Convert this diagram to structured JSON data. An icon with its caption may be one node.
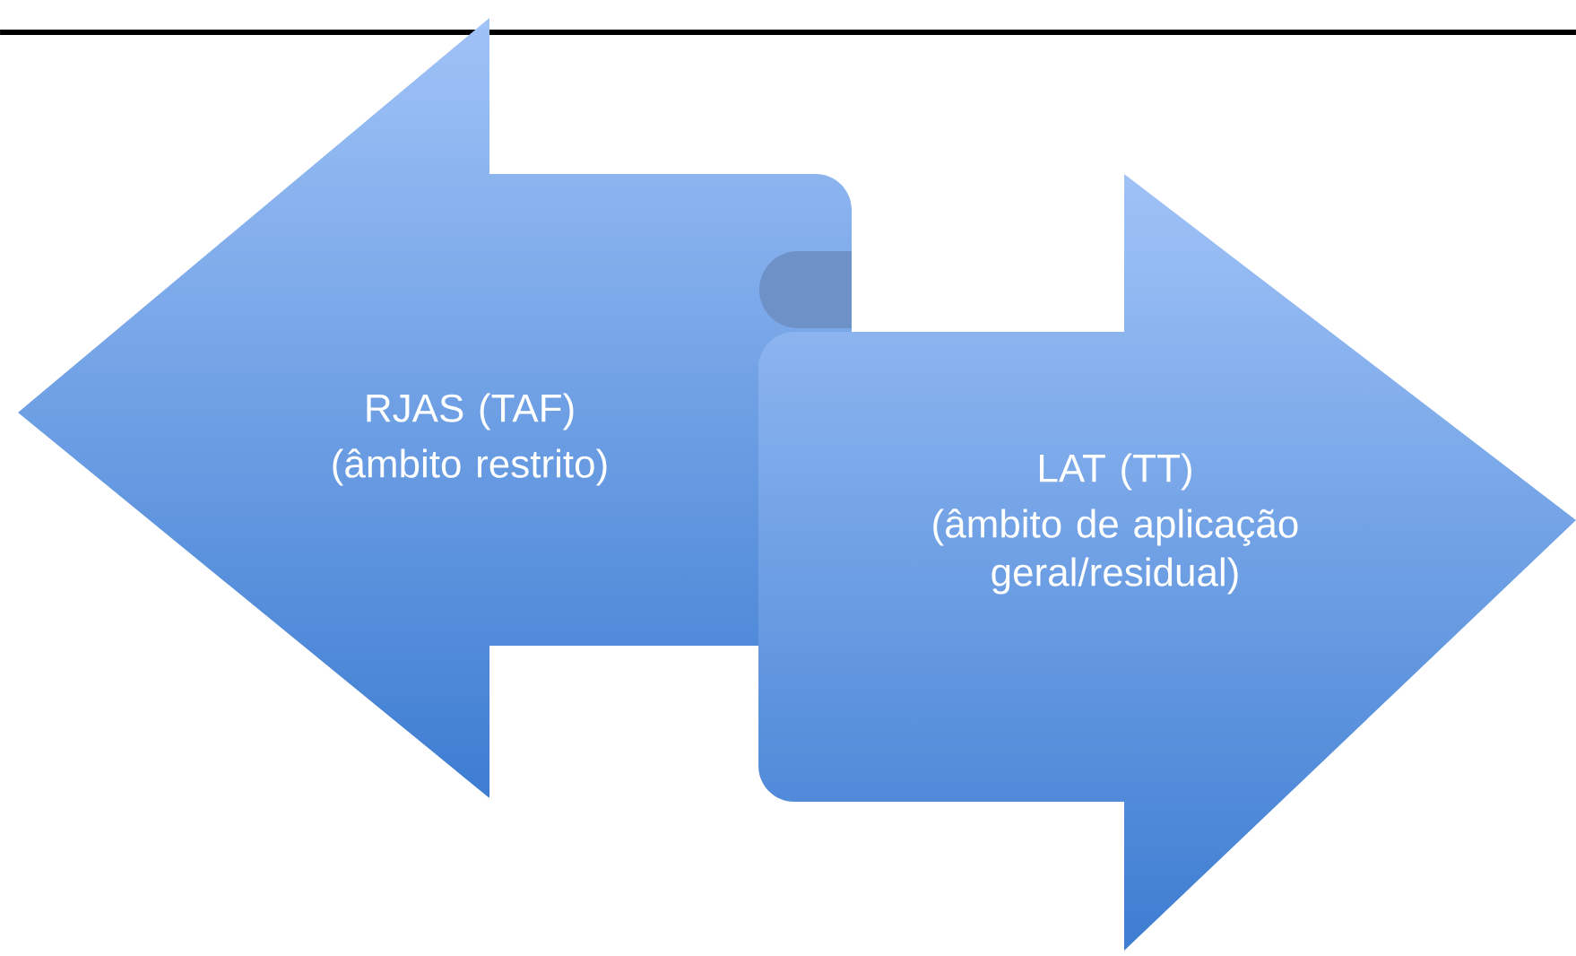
{
  "diagram": {
    "nodes": [
      {
        "text": [
          "RJAS (TAF)",
          "(âmbito restrito)"
        ]
      },
      {
        "text": [
          "LAT (TT)",
          "(âmbito de aplicação geral/residual)"
        ]
      }
    ]
  }
}
